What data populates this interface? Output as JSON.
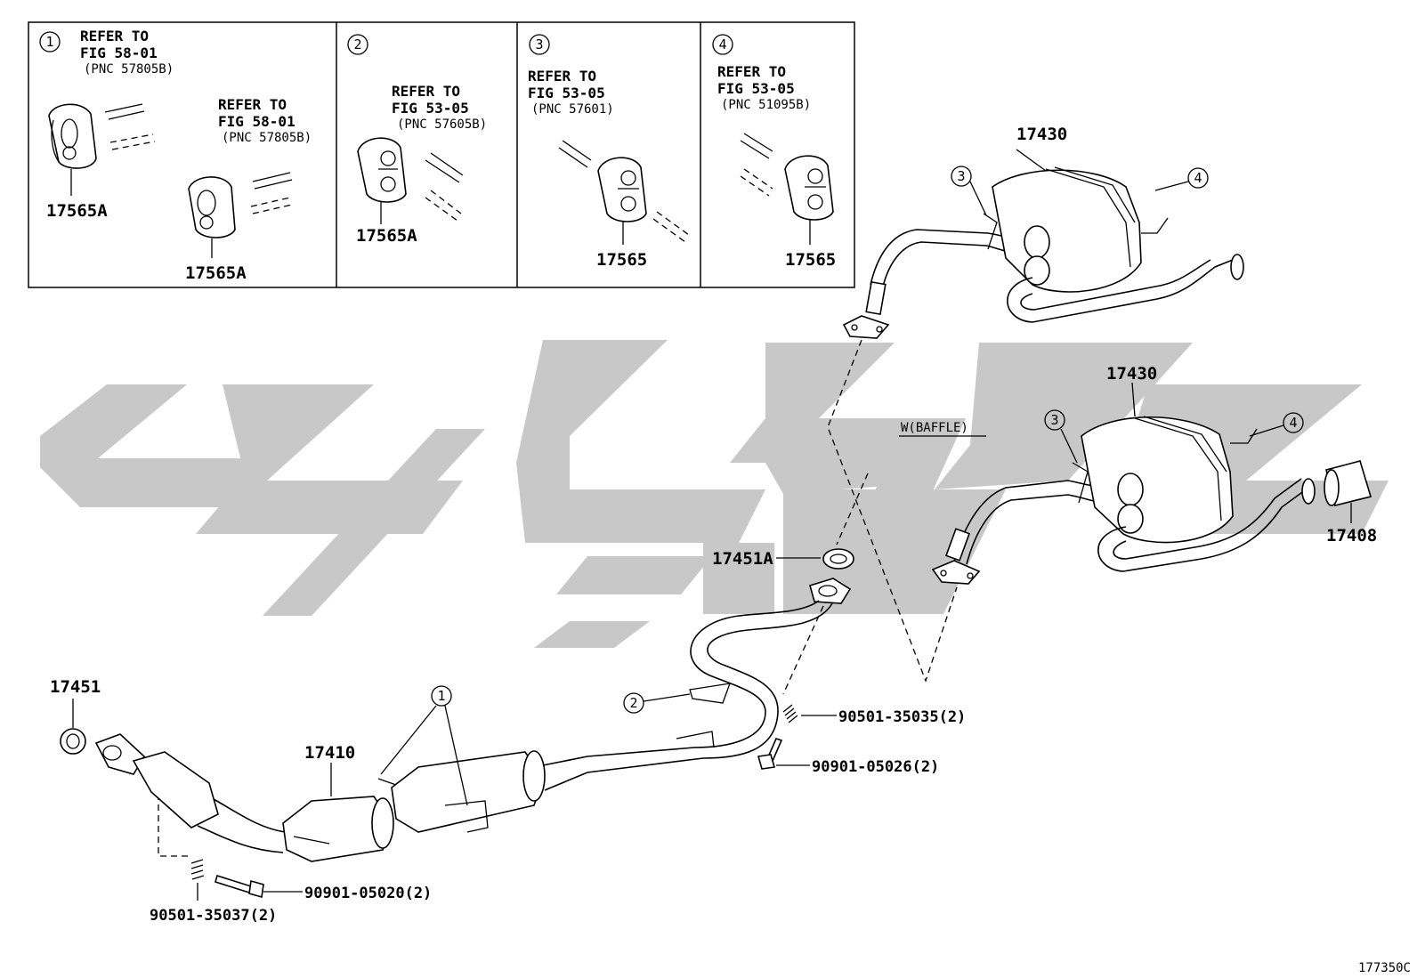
{
  "inset_panels": [
    {
      "index": "1",
      "refs": [
        {
          "refer": "REFER TO",
          "fig": "FIG 58-01",
          "pnc": "(PNC 57805B)"
        },
        {
          "refer": "REFER TO",
          "fig": "FIG 58-01",
          "pnc": "(PNC 57805B)"
        }
      ],
      "part_labels": [
        "17565A",
        "17565A"
      ]
    },
    {
      "index": "2",
      "refs": [
        {
          "refer": "REFER TO",
          "fig": "FIG 53-05",
          "pnc": "(PNC 57605B)"
        }
      ],
      "part_labels": [
        "17565A"
      ]
    },
    {
      "index": "3",
      "refs": [
        {
          "refer": "REFER TO",
          "fig": "FIG 53-05",
          "pnc": "(PNC 57601)"
        }
      ],
      "part_labels": [
        "17565"
      ]
    },
    {
      "index": "4",
      "refs": [
        {
          "refer": "REFER TO",
          "fig": "FIG 53-05",
          "pnc": "(PNC 51095B)"
        }
      ],
      "part_labels": [
        "17565"
      ]
    }
  ],
  "callouts": {
    "muffler_upper": "17430",
    "muffler_lower": "17430",
    "baffle_note": "W(BAFFLE)",
    "tail_tip": "17408",
    "gasket_center": "17451A",
    "gasket_front": "17451",
    "converter": "17410",
    "spring_center": "90501-35035(2)",
    "bolt_center": "90901-05026(2)",
    "bolt_front": "90901-05020(2)",
    "spring_front": "90501-35037(2)"
  },
  "circled_refs": {
    "upper_left": "3",
    "upper_right": "4",
    "lower_left": "3",
    "lower_right": "4",
    "converter": "1",
    "center_pipe": "2"
  },
  "figure_id": "177350C"
}
